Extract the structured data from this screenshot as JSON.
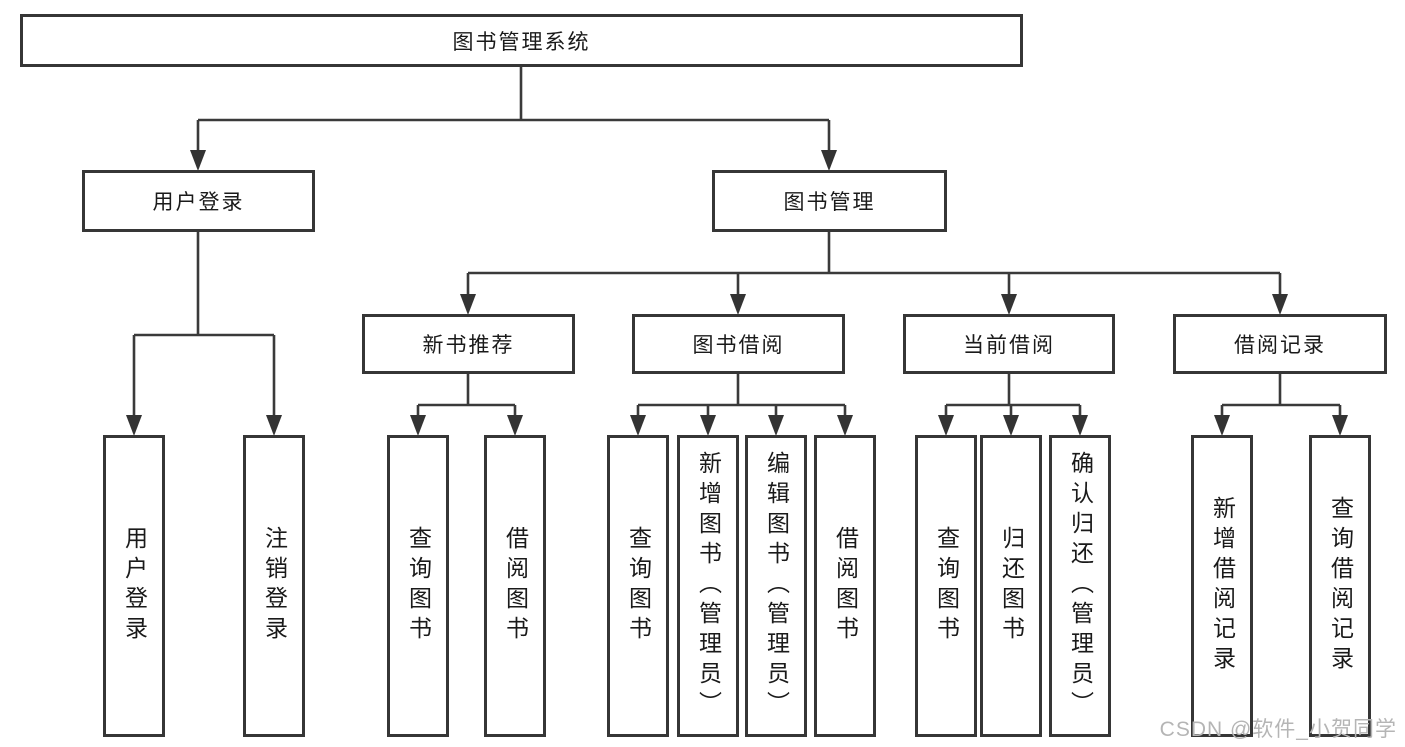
{
  "diagram": {
    "type": "tree",
    "root": {
      "label": "图书管理系统"
    },
    "level2": [
      {
        "label": "用户登录",
        "children": [
          {
            "label": "用户登录"
          },
          {
            "label": "注销登录"
          }
        ]
      },
      {
        "label": "图书管理",
        "children": [
          {
            "label": "新书推荐",
            "children": [
              {
                "label": "查询图书"
              },
              {
                "label": "借阅图书"
              }
            ]
          },
          {
            "label": "图书借阅",
            "children": [
              {
                "label": "查询图书"
              },
              {
                "label": "新增图书（管理员）"
              },
              {
                "label": "编辑图书（管理员）"
              },
              {
                "label": "借阅图书"
              }
            ]
          },
          {
            "label": "当前借阅",
            "children": [
              {
                "label": "查询图书"
              },
              {
                "label": "归还图书"
              },
              {
                "label": "确认归还（管理员）"
              }
            ]
          },
          {
            "label": "借阅记录",
            "children": [
              {
                "label": "新增借阅记录"
              },
              {
                "label": "查询借阅记录"
              }
            ]
          }
        ]
      }
    ]
  },
  "watermark": {
    "text": "CSDN @软件_小贺同学"
  },
  "colors": {
    "line": "#3a3a3a",
    "box_border": "#363636",
    "text": "#1a1a1a",
    "watermark": "#b5b5b5",
    "background": "#ffffff"
  }
}
